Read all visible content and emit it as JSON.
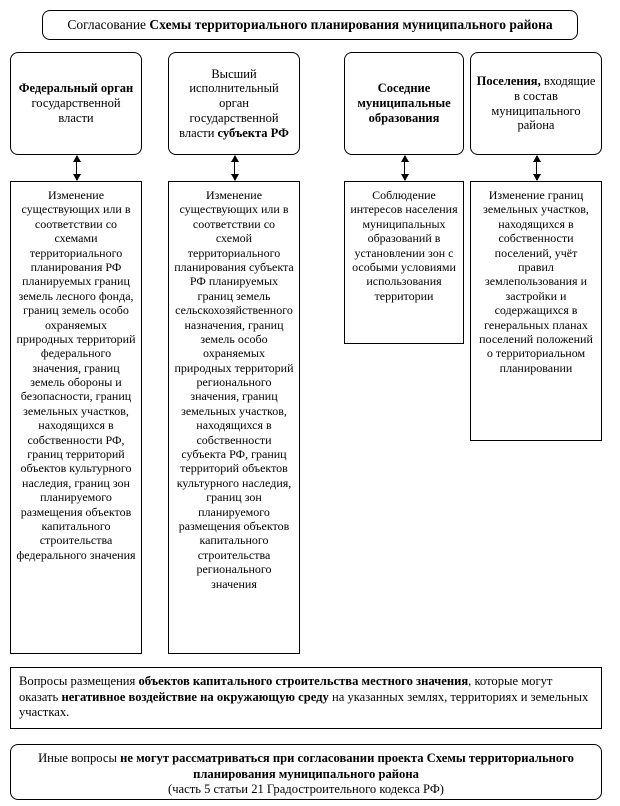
{
  "title": {
    "prefix": "Согласование ",
    "bold": "Схемы территориального планирования муниципального района"
  },
  "heads": [
    {
      "bold1": "Федеральный орган",
      "rest1": "государственной власти"
    },
    {
      "plain1": "Высший исполнительный орган государственной власти ",
      "bold1": "субъекта РФ"
    },
    {
      "bold1": "Соседние муниципальные образования"
    },
    {
      "bold1": "Поселения,",
      "rest1": " входящие в состав муниципального района"
    }
  ],
  "columns": [
    {
      "text": "Изменение существующих или в соответствии со схемами территориального планирования РФ планируемых границ земель лесного фонда, границ земель особо охраняемых природных территорий федерального значения, границ земель обороны и безопасности, границ земельных участков, находящихся в собственности РФ, границ территорий объектов культурного наследия, границ зон планируемого размещения объектов капитального строительства федерального значения"
    },
    {
      "text": "Изменение существующих или в соответствии со схемой территориального планирования субъекта РФ планируемых границ земель сельскохозяйственного назначения, границ земель особо охраняемых природных территорий регионального значения, границ земельных участков, находящихся в собственности субъекта РФ, границ территорий объектов культурного наследия, границ зон планируемого размещения объектов капитального строительства регионального значения"
    },
    {
      "text": "Соблюдение интересов населения муниципальных образований в установлении зон с особыми условиями использования территории"
    },
    {
      "text": "Изменение границ земельных участков, находящихся в собственности поселений, учёт правил землепользования и застройки и содержащихся в генеральных планах поселений положений о территориальном планировании"
    }
  ],
  "note": {
    "p1": "Вопросы размещения ",
    "p2": "объектов капитального строительства местного значения",
    "p3": ", которые могут оказать ",
    "p4": "негативное воздействие на окружающую среду",
    "p5": " на указанных землях, территориях и земельных участках."
  },
  "footer": {
    "p1": "Иные вопросы ",
    "p2": "не могут рассматриваться при согласовании проекта Схемы территориального планирования муниципального района",
    "p3": "(часть 5 статьи 21 Градостроительного кодекса РФ)"
  }
}
